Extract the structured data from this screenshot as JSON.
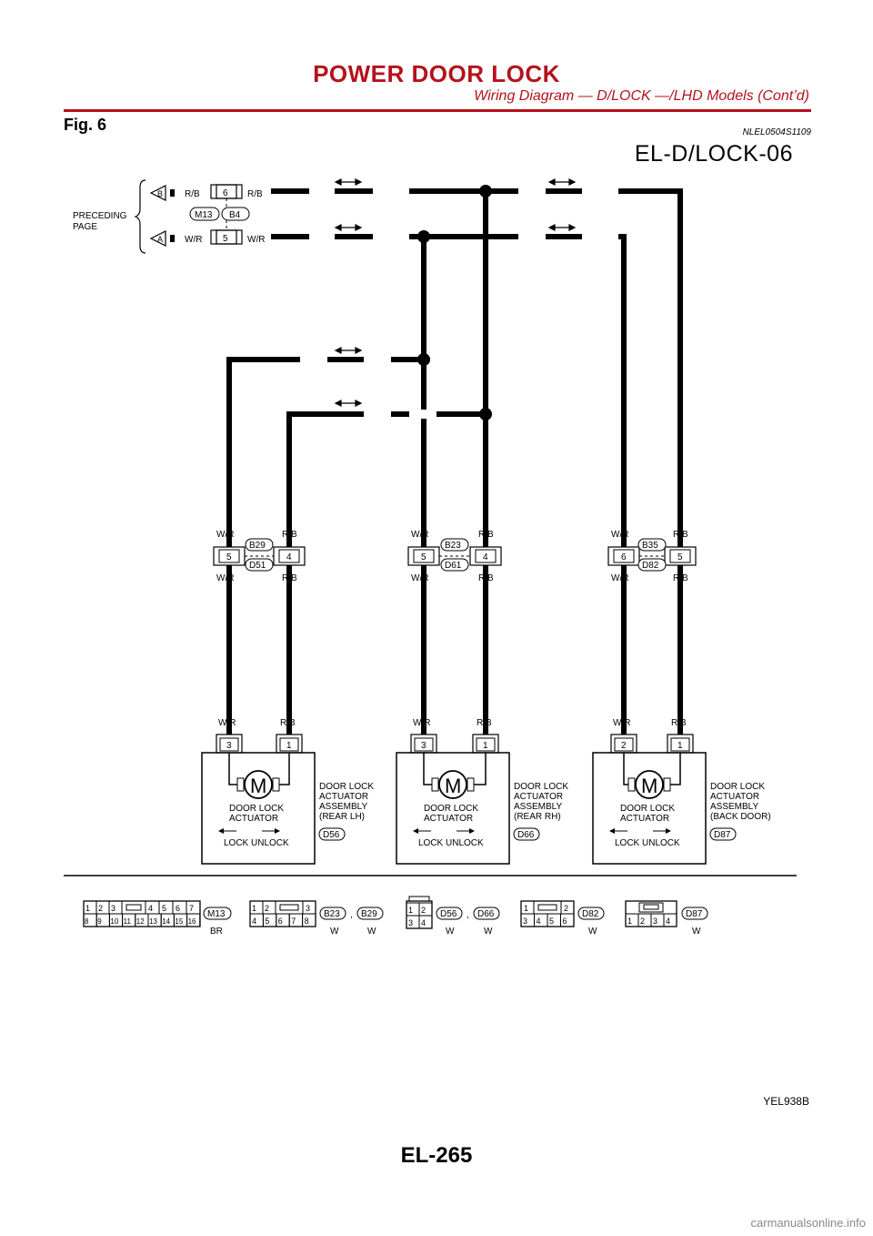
{
  "header": {
    "title": "POWER DOOR LOCK",
    "subtitle": "Wiring Diagram — D/LOCK —/LHD Models (Cont’d)"
  },
  "figure": {
    "label": "Fig. 6",
    "code": "NLEL0504S1109",
    "diagram_id": "EL-D/LOCK-06",
    "image_ref": "YEL938B"
  },
  "preceding": {
    "label_line1": "PRECEDING",
    "label_line2": "PAGE",
    "terminal_b": "B",
    "terminal_a": "A",
    "connector_left": "M13",
    "connector_right": "B4",
    "pin_top": "6",
    "pin_bottom": "5",
    "wire_rb": "R/B",
    "wire_wr": "W/R"
  },
  "junctions": [
    {
      "left_wire": "W/R",
      "right_wire": "R/B",
      "conn_top": "B29",
      "conn_bottom": "D51",
      "pin_left": "5",
      "pin_right": "4"
    },
    {
      "left_wire": "W/R",
      "right_wire": "R/B",
      "conn_top": "B23",
      "conn_bottom": "D61",
      "pin_left": "5",
      "pin_right": "4"
    },
    {
      "left_wire": "W/R",
      "right_wire": "R/B",
      "conn_top": "B35",
      "conn_bottom": "D82",
      "pin_left": "6",
      "pin_right": "5"
    }
  ],
  "actuators": [
    {
      "pin_left": "3",
      "pin_right": "1",
      "wire_left": "W/R",
      "wire_right": "R/B",
      "label1": "DOOR LOCK",
      "label2": "ACTUATOR",
      "lock": "LOCK",
      "unlock": "UNLOCK",
      "side1": "DOOR LOCK",
      "side2": "ACTUATOR",
      "side3": "ASSEMBLY",
      "side4": "(REAR LH)",
      "conn": "D56",
      "motor": "M"
    },
    {
      "pin_left": "3",
      "pin_right": "1",
      "wire_left": "W/R",
      "wire_right": "R/B",
      "label1": "DOOR LOCK",
      "label2": "ACTUATOR",
      "lock": "LOCK",
      "unlock": "UNLOCK",
      "side1": "DOOR LOCK",
      "side2": "ACTUATOR",
      "side3": "ASSEMBLY",
      "side4": "(REAR RH)",
      "conn": "D66",
      "motor": "M"
    },
    {
      "pin_left": "2",
      "pin_right": "1",
      "wire_left": "W/R",
      "wire_right": "R/B",
      "label1": "DOOR LOCK",
      "label2": "ACTUATOR",
      "lock": "LOCK",
      "unlock": "UNLOCK",
      "side1": "DOOR LOCK",
      "side2": "ACTUATOR",
      "side3": "ASSEMBLY",
      "side4": "(BACK DOOR)",
      "conn": "D87",
      "motor": "M"
    }
  ],
  "connector_faces": {
    "m13": {
      "top": [
        "1",
        "2",
        "3",
        "4",
        "5",
        "6",
        "7"
      ],
      "bottom": [
        "8",
        "9",
        "10",
        "11",
        "12",
        "13",
        "14",
        "15",
        "16"
      ],
      "name": "M13",
      "color": "BR"
    },
    "b23": {
      "top": [
        "1",
        "2",
        "3"
      ],
      "bottom": [
        "4",
        "5",
        "6",
        "7",
        "8"
      ],
      "name1": "B23",
      "color1": "W",
      "sep": ",",
      "name2": "B29",
      "color2": "W"
    },
    "d56": {
      "top": [
        "1",
        "2"
      ],
      "bottom": [
        "3",
        "4"
      ],
      "name1": "D56",
      "color1": "W",
      "sep": ",",
      "name2": "D66",
      "color2": "W"
    },
    "d82": {
      "top": [
        "1",
        "2"
      ],
      "bottom": [
        "3",
        "4",
        "5",
        "6"
      ],
      "name": "D82",
      "color": "W"
    },
    "d87": {
      "bottom": [
        "1",
        "2",
        "3",
        "4"
      ],
      "name": "D87",
      "color": "W"
    }
  },
  "footer": {
    "page": "EL-265",
    "watermark": "carmanualsonline.info"
  }
}
